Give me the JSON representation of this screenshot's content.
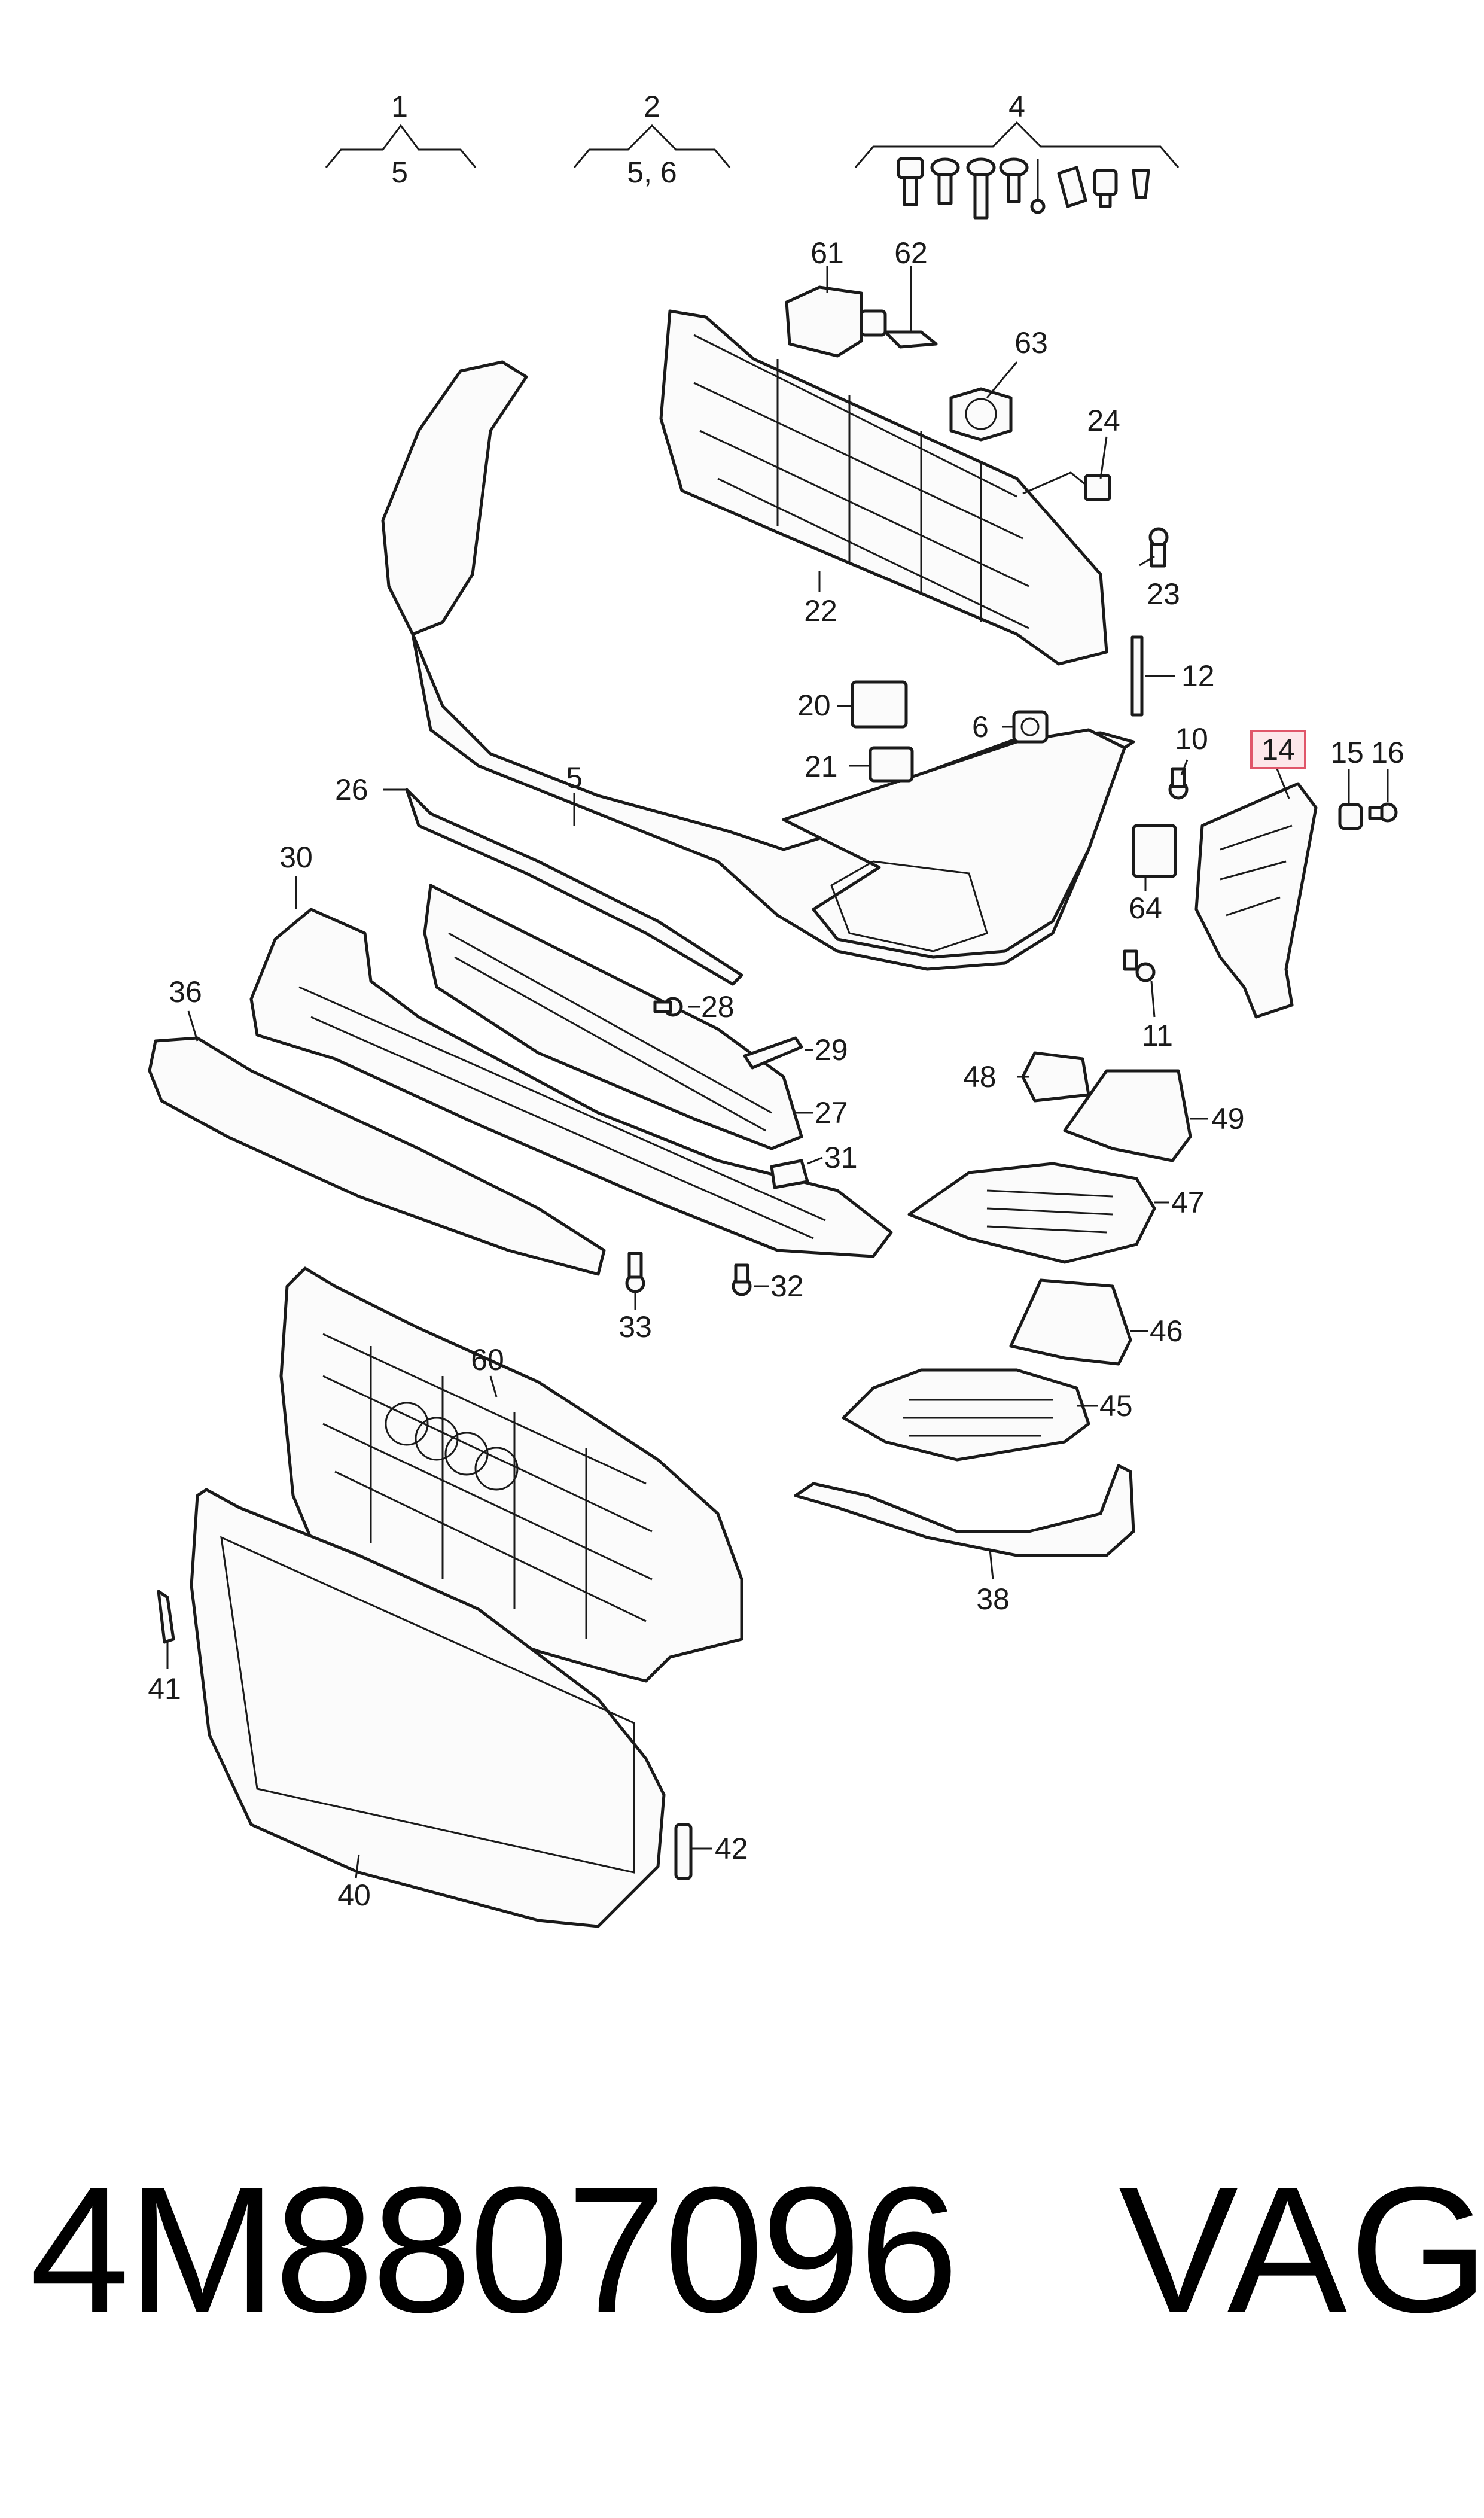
{
  "callouts": {
    "c1": "1",
    "c1_sub": "5",
    "c2": "2",
    "c2_sub": "5, 6",
    "c4": "4",
    "c61": "61",
    "c62": "62",
    "c63": "63",
    "c24": "24",
    "c23": "23",
    "c22": "22",
    "c12": "12",
    "c20": "20",
    "c6": "6",
    "c21": "21",
    "c10": "10",
    "c14": "14",
    "c15": "15",
    "c16": "16",
    "c26": "26",
    "c5": "5",
    "c64": "64",
    "c11": "11",
    "c30": "30",
    "c36": "36",
    "c28": "28",
    "c29": "29",
    "c27": "27",
    "c48": "48",
    "c49": "49",
    "c31": "31",
    "c47": "47",
    "c33": "33",
    "c32": "32",
    "c46": "46",
    "c60": "60",
    "c45": "45",
    "c38": "38",
    "c41": "41",
    "c42": "42",
    "c40": "40"
  },
  "footer": {
    "part_number": "4M8807096",
    "brand": "VAG"
  },
  "highlight": {
    "callout": "14",
    "color": "#e0566a"
  }
}
